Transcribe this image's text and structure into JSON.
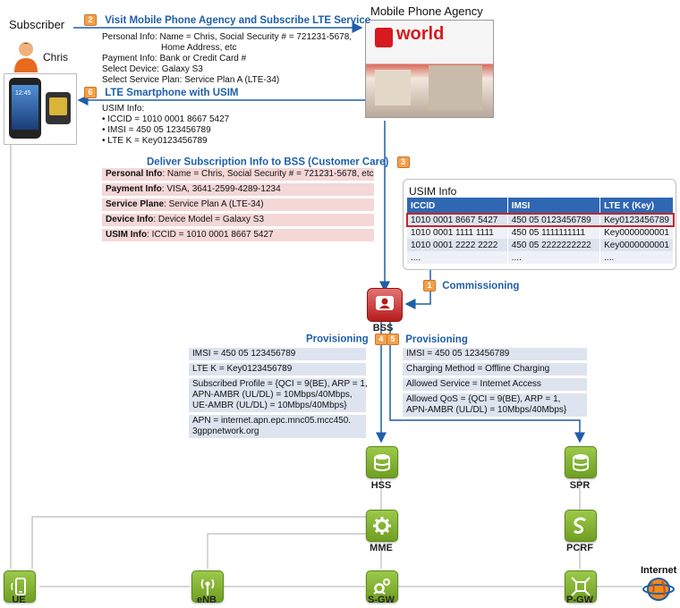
{
  "subscriber": {
    "title": "Subscriber",
    "name": "Chris",
    "phone_time": "12:45"
  },
  "agency": {
    "title": "Mobile Phone Agency",
    "store_sign": "world"
  },
  "step2": {
    "badge": "2",
    "title": "Visit Mobile Phone Agency and Subscribe LTE Service",
    "lines": [
      "Personal Info: Name = Chris, Social Security # = 721231-5678,",
      "Home Address, etc",
      "Payment Info: Bank or Credit Card #",
      "Select Device: Galaxy S3",
      "Select Service Plan: Service Plan A (LTE-34)"
    ]
  },
  "step6": {
    "badge": "6",
    "title": "LTE Smartphone with USIM",
    "intro": "USIM Info:",
    "bullets": [
      "ICCID = 1010 0001 8667 5427",
      "IMSI = 450 05 123456789",
      "LTE K = Key0123456789"
    ]
  },
  "step3": {
    "badge": "3",
    "title": "Deliver Subscription Info to BSS (Customer Care)",
    "rows": [
      {
        "label": "Personal Info",
        "value": ": Name = Chris, Social Security # = 721231-5678, etc"
      },
      {
        "label": "Payment Info",
        "value": ": VISA, 3641-2599-4289-1234"
      },
      {
        "label": "Service Plane",
        "value": ": Service Plan A (LTE-34)"
      },
      {
        "label": "Device Info",
        "value": ": Device Model = Galaxy S3"
      },
      {
        "label": "USIM Info",
        "value": ": ICCID = 1010 0001 8667 5427"
      }
    ]
  },
  "usim_table": {
    "title": "USIM Info",
    "headers": [
      "ICCID",
      "IMSI",
      "LTE K (Key)"
    ],
    "rows": [
      [
        "1010 0001 8667 5427",
        "450 05 0123456789",
        "Key0123456789"
      ],
      [
        "1010 0001 1111 1111",
        "450 05 1111111111",
        "Key0000000001"
      ],
      [
        "1010 0001 2222 2222",
        "450 05 2222222222",
        "Key0000000001"
      ],
      [
        "....",
        "....",
        "...."
      ]
    ]
  },
  "step1": {
    "badge": "1",
    "title": "Commissioning"
  },
  "bss": {
    "label": "BSS"
  },
  "step4": {
    "badge": "4",
    "title": "Provisioning",
    "rows": [
      [
        "IMSI = 450 05 123456789"
      ],
      [
        "LTE K = Key0123456789"
      ],
      [
        "Subscribed Profile = {QCI = 9(BE), ARP = 1,",
        "APN-AMBR (UL/DL) = 10Mbps/40Mbps,",
        "UE-AMBR (UL/DL) = 10Mbps/40Mbps}"
      ],
      [
        "APN = internet.apn.epc.mnc05.mcc450.",
        "3gppnetwork.org"
      ]
    ]
  },
  "step5": {
    "badge": "5",
    "title": "Provisioning",
    "rows": [
      [
        "IMSI = 450 05 123456789"
      ],
      [
        "Charging Method = Offline Charging"
      ],
      [
        "Allowed Service = Internet Access"
      ],
      [
        "Allowed QoS = {QCI = 9(BE), ARP = 1,",
        "APN-AMBR (UL/DL) = 10Mbps/40Mbps}"
      ]
    ]
  },
  "nodes": {
    "hss": "HSS",
    "spr": "SPR",
    "mme": "MME",
    "pcrf": "PCRF",
    "ue": "UE",
    "enb": "eNB",
    "sgw": "S-GW",
    "pgw": "P-GW"
  },
  "internet": {
    "label": "Internet"
  },
  "colors": {
    "arrow": "#1f5fa8",
    "node_green": "#7fb02f",
    "badge_orange": "#f3a14a",
    "pink_row": "#f4d7d7",
    "blue_row": "#dde4ef",
    "table_header": "#2f67b2",
    "highlight": "#c0282d"
  }
}
